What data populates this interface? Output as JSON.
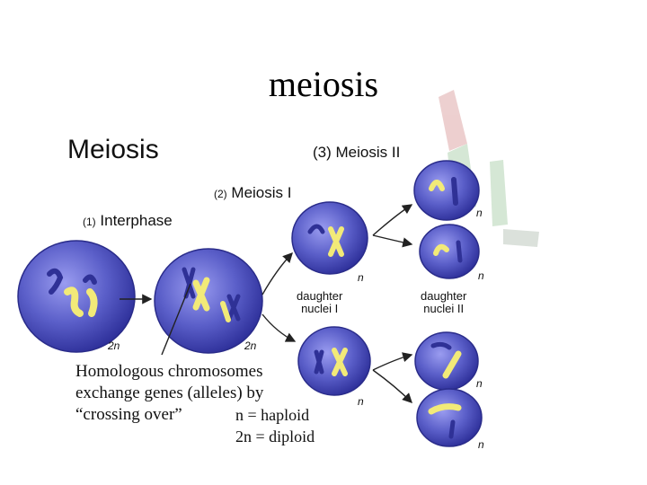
{
  "slide": {
    "title": "meiosis"
  },
  "figure": {
    "heading": "Meiosis",
    "steps": {
      "interphase": {
        "number": "(1)",
        "label": "Interphase"
      },
      "meiosis1": {
        "number": "(2)",
        "label": "Meiosis I"
      },
      "meiosis2": {
        "number": "(3)",
        "label": "Meiosis II"
      }
    },
    "daughter_nuclei_1": [
      "daughter",
      "nuclei I"
    ],
    "daughter_nuclei_2": [
      "daughter",
      "nuclei II"
    ],
    "ploidy_labels": {
      "diploid_cell": "2n",
      "haploid_cell": "n"
    },
    "crossing_over": [
      "Homologous chromosomes",
      "exchange genes (alleles) by",
      "“crossing over”"
    ],
    "legend": [
      "n = haploid",
      "2n = diploid"
    ]
  },
  "colors": {
    "cell_fill": "#5b5fc9",
    "cell_edge": "#2a2c8a",
    "chromosome_yellow": "#f2ea78",
    "chromosome_blue": "#2f3196"
  }
}
